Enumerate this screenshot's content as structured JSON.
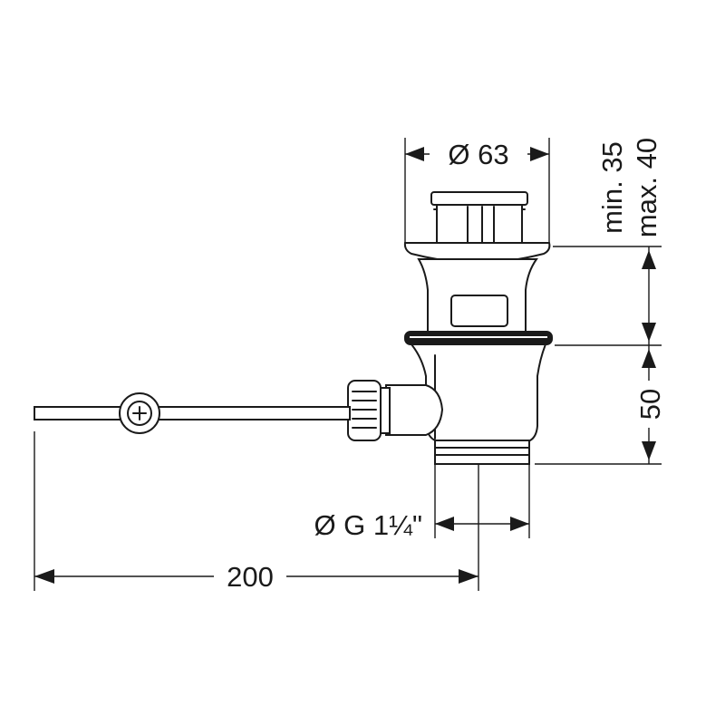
{
  "diagram": {
    "dimensions": {
      "top_diameter": "Ø 63",
      "height_min": "min. 35",
      "height_max": "max. 40",
      "lower_height": "50",
      "thread": "Ø G 1¼\"",
      "lever_length": "200"
    },
    "colors": {
      "line": "#1a1a1a",
      "background": "#ffffff"
    }
  }
}
